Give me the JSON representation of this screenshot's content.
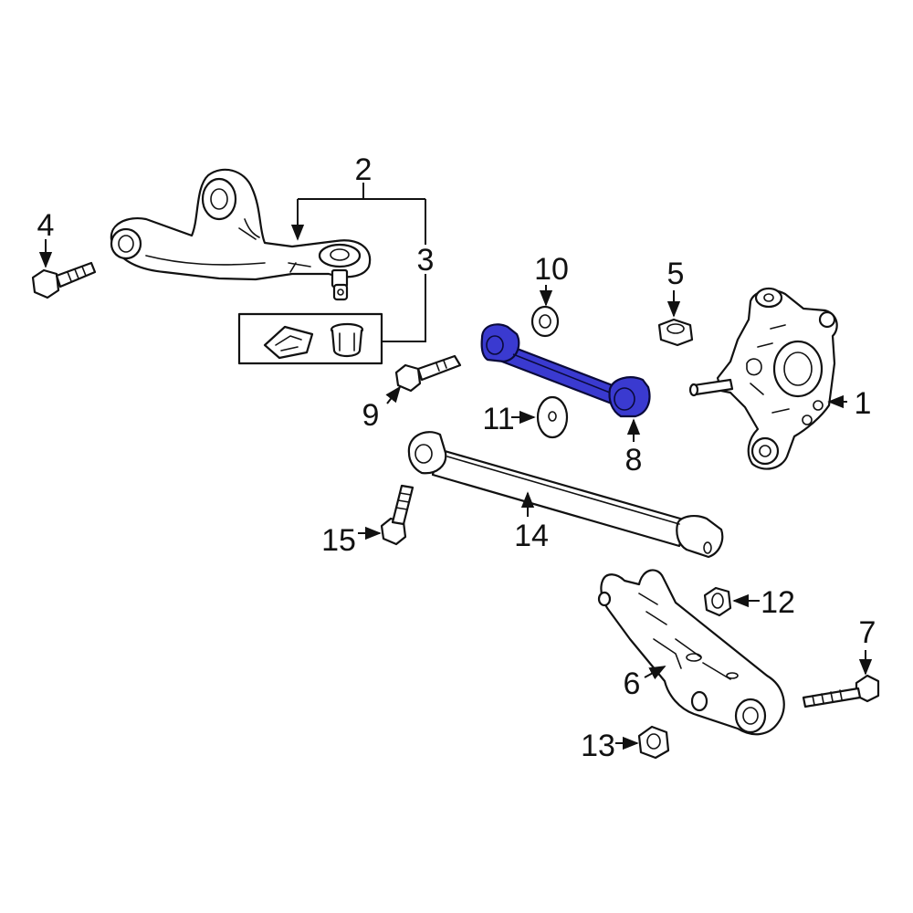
{
  "colors": {
    "highlight": "#3a3ad0",
    "line": "#111111",
    "background": "#ffffff"
  },
  "callouts": {
    "c1": "1",
    "c2": "2",
    "c3": "3",
    "c4": "4",
    "c5": "5",
    "c6": "6",
    "c7": "7",
    "c8": "8",
    "c9": "9",
    "c10": "10",
    "c11": "11",
    "c12": "12",
    "c13": "13",
    "c14": "14",
    "c15": "15"
  },
  "highlighted_part": "8"
}
